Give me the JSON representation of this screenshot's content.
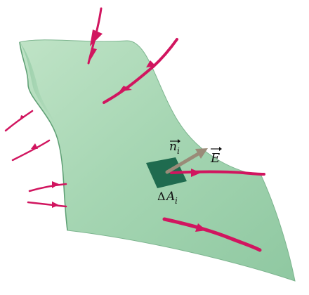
{
  "labels": {
    "normal_vector": {
      "symbol": "n",
      "subscript": "i"
    },
    "field": {
      "symbol": "E"
    },
    "area_element": {
      "prefix": "Δ",
      "symbol": "A",
      "subscript": "i"
    }
  },
  "colors": {
    "surface_fill": "#a9d7b5",
    "surface_fill_dark": "#7fbf95",
    "surface_edge": "#6aa97f",
    "area_patch": "#1f6b4f",
    "field_line": "#d1155f",
    "normal_arrow": "#9a8b78"
  }
}
